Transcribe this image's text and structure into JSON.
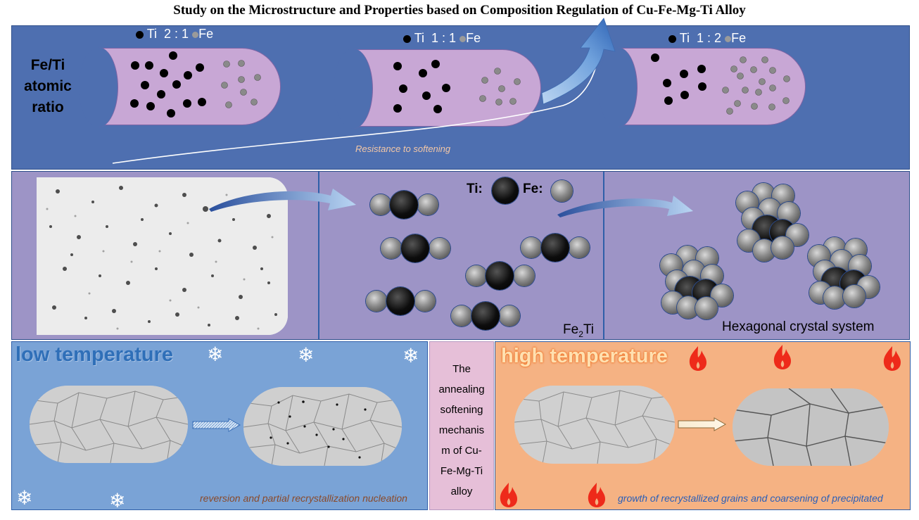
{
  "title": "Study on the Microstructure and Properties based on Composition Regulation of Cu-Fe-Mg-Ti Alloy",
  "row1": {
    "side_label": "Fe/Ti atomic ratio",
    "side_label_lines": [
      "Fe/Ti",
      "atomic",
      "ratio"
    ],
    "capsules": [
      {
        "ti": "Ti",
        "ratio": "2 : 1",
        "fe": "Fe"
      },
      {
        "ti": "Ti",
        "ratio": "1 : 1",
        "fe": "Fe"
      },
      {
        "ti": "Ti",
        "ratio": "1 : 2",
        "fe": "Fe"
      }
    ],
    "arrow_label": "Resistance to softening"
  },
  "row2": {
    "ti_label": "Ti",
    "fe_label": "Fe",
    "sep": ":",
    "fe2ti_main": "Fe",
    "fe2ti_sub": "2",
    "fe2ti_tail": "Ti",
    "hex_label": "Hexagonal crystal system"
  },
  "row3": {
    "low_title": "low temperature",
    "low_caption": "reversion and partial recrystallization nucleation",
    "mechanism_lines": [
      "The",
      "annealing",
      "softening",
      "mechanis",
      "m of Cu-",
      "Fe-Mg-Ti",
      "alloy"
    ],
    "high_title": "high temperature",
    "high_caption": "growth of recrystallized grains and coarsening of precipitated"
  },
  "colors": {
    "row1_bg": "#4e6fb0",
    "capsule_fill": "#c8a7d5",
    "row2_bg": "#9d94c6",
    "low_bg": "#7aa3d6",
    "mid_bg": "#e6bfd8",
    "high_bg": "#f5b283",
    "low_title": "#2f6fb8",
    "high_title": "#ffe0b0"
  },
  "icons": {
    "snowflake": "snowflake-icon",
    "flame": "flame-icon",
    "arrow": "curved-arrow"
  }
}
